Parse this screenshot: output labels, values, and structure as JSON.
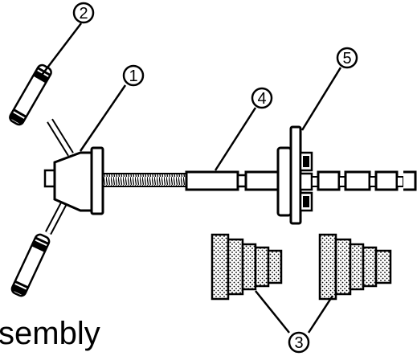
{
  "caption": "sembly",
  "callouts": {
    "c1": "1",
    "c2": "2",
    "c3": "3",
    "c4": "4",
    "c5": "5"
  }
}
